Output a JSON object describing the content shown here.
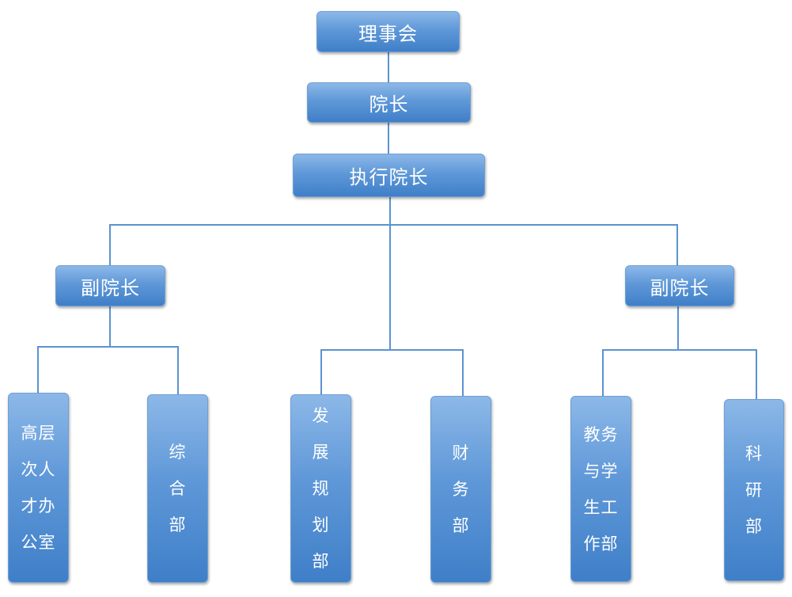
{
  "nodes": {
    "board": "理事会",
    "president": "院长",
    "executive": "执行院长",
    "vp_left": "副院长",
    "vp_right": "副院长",
    "dept_talent": "高层\n次人\n才办\n公室",
    "dept_general": "综\n合\n部",
    "dept_planning": "发\n展\n规\n划\n部",
    "dept_finance": "财\n务\n部",
    "dept_academic": "教务\n与学\n生工\n作部",
    "dept_research": "科\n研\n部"
  },
  "colors": {
    "line": "#5b93cf",
    "node_top": "#8cb8e8",
    "node_bottom": "#3f7fc8"
  }
}
